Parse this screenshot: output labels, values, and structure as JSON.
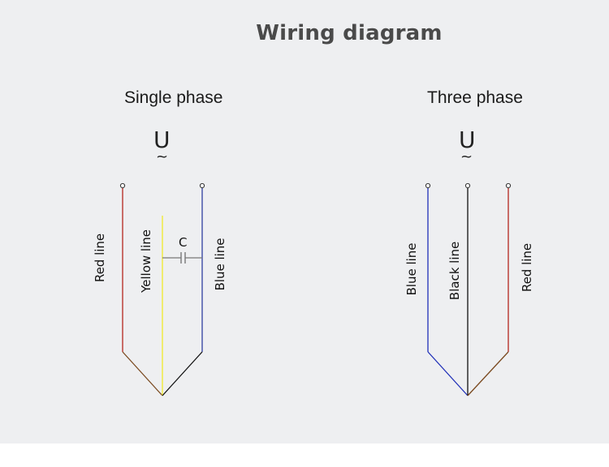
{
  "title": "Wiring diagram",
  "single_phase": {
    "heading": "Single phase",
    "symbol": "U",
    "symbol_mark": "~",
    "capacitor_label": "C",
    "wires": [
      {
        "label": "Red line",
        "color": "#b3261e"
      },
      {
        "label": "Yellow line",
        "color": "#f2ea2a"
      },
      {
        "label": "Blue line",
        "color": "#2f3fa0"
      }
    ]
  },
  "three_phase": {
    "heading": "Three phase",
    "symbol": "U",
    "symbol_mark": "~",
    "wires": [
      {
        "label": "Blue line",
        "color": "#1f2fb8"
      },
      {
        "label": "Black line",
        "color": "#111111"
      },
      {
        "label": "Red line",
        "color": "#b3261e"
      }
    ]
  },
  "colors": {
    "brown_segment": "#7a4a20",
    "capacitor": "#777777"
  }
}
